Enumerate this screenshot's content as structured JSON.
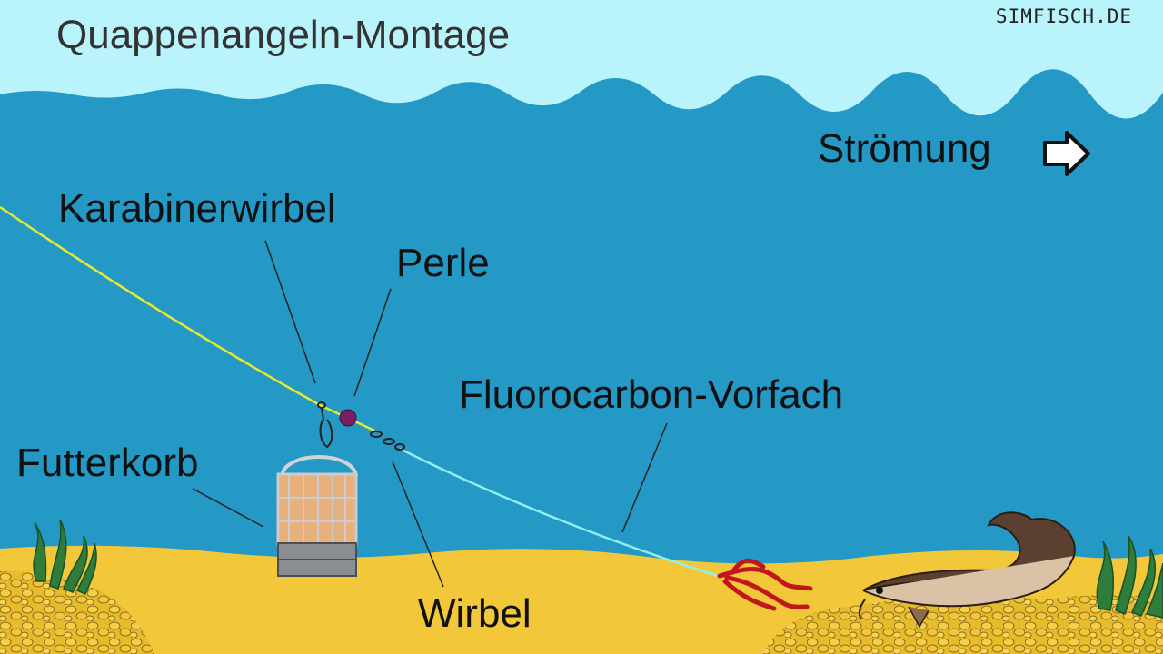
{
  "header": {
    "title": "Quappenangeln-Montage",
    "brand": "SIMFISCH.DE"
  },
  "labels": {
    "current": "Strömung",
    "snap_swivel": "Karabinerwirbel",
    "bead": "Perle",
    "fluorocarbon_leader": "Fluorocarbon-Vorfach",
    "feeder": "Futterkorb",
    "swivel": "Wirbel"
  },
  "icons": {
    "current_arrow": "arrow-right-outline-icon",
    "fish": "burbot-icon",
    "bait": "worm-bait-icon"
  },
  "colors": {
    "sky": "#b9f3fb",
    "water": "#2599c6",
    "sand": "#f2c83a",
    "main_line": "#e8ea2c",
    "leader_line": "#8ef0f5",
    "bead": "#7a1d63",
    "bait": "#c0161c"
  }
}
